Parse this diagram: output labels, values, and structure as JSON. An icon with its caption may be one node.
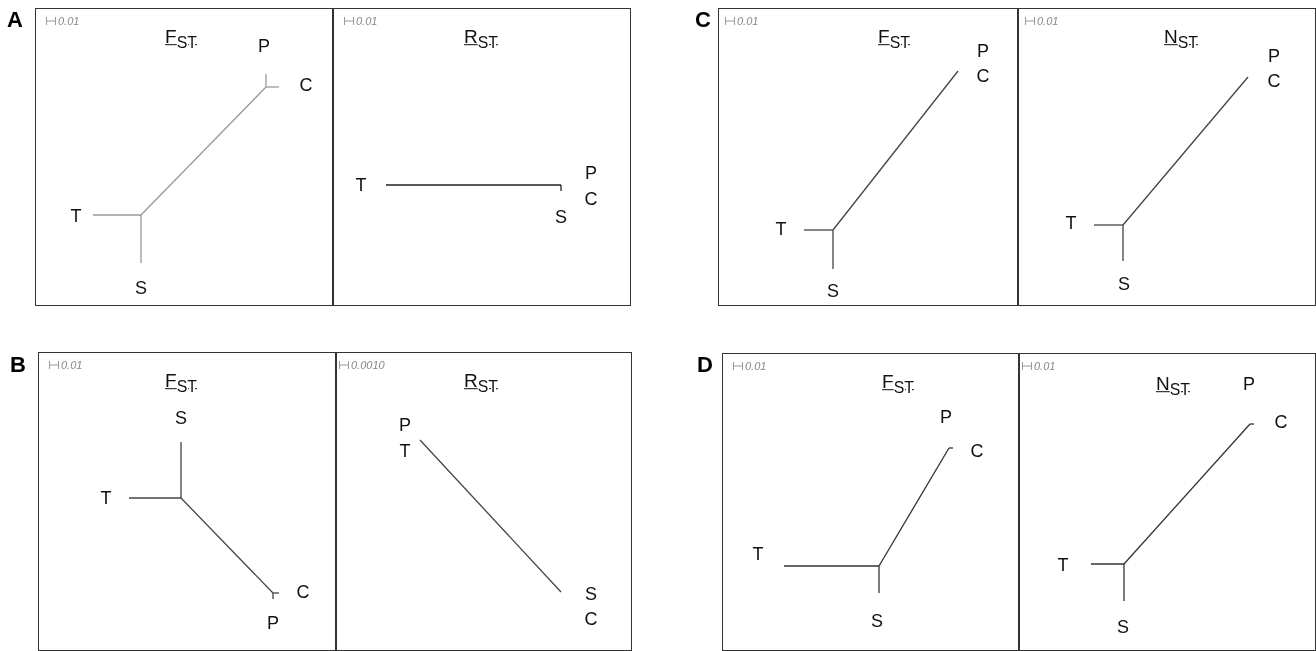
{
  "diagram": {
    "nodes": [
      {
        "text": [
          "0.01",
          "F$_{ST}$",
          "P",
          "C",
          "T",
          "S"
        ]
      },
      {
        "text": [
          "0.01",
          "R$_{ST}$",
          "P",
          "T",
          "C",
          "S"
        ]
      },
      {
        "text": [
          "0.01",
          "F$_{ST}$",
          "P",
          "C",
          "T",
          "S"
        ]
      },
      {
        "text": [
          "0.01",
          "N$_{ST}$",
          "P",
          "C",
          "T",
          "S"
        ]
      },
      {
        "text": [
          "0.01",
          "F$_{ST}$",
          "S",
          "T",
          "C",
          "P"
        ]
      },
      {
        "text": [
          "0.0010",
          "R$_{ST}$",
          "P",
          "T",
          "S",
          "C"
        ]
      },
      {
        "text": [
          "0.01",
          "F$_{ST}$",
          "P",
          "C",
          "T",
          "S"
        ]
      },
      {
        "text": [
          "0.01",
          "N$_{ST}$",
          "P",
          "C",
          "T",
          "S"
        ]
      }
    ],
    "labels": [
      "A",
      "C",
      "B",
      "D"
    ]
  }
}
